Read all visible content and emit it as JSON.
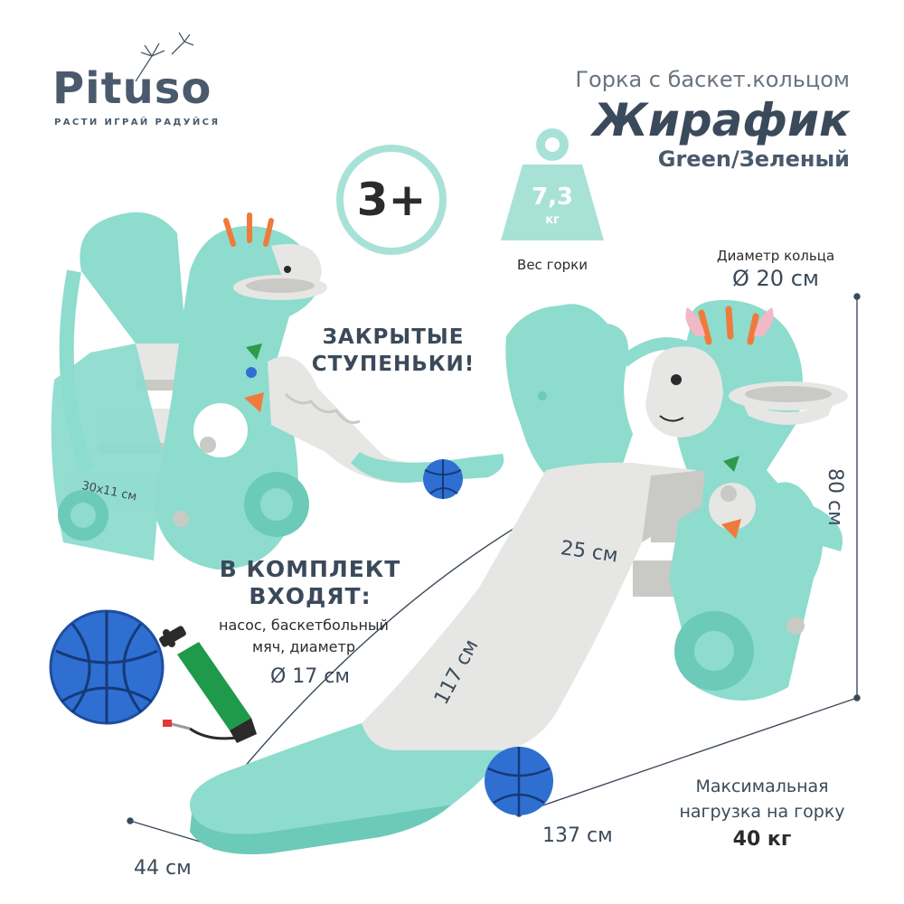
{
  "brand": {
    "name": "Pituso",
    "tagline": "РАСТИ ИГРАЙ РАДУЙСЯ"
  },
  "product": {
    "subtitle": "Горка с баскет.кольцом",
    "title": "Жирафик",
    "color": "Green/Зеленый"
  },
  "badges": {
    "age": "3+",
    "weight_value": "7,3",
    "weight_unit": "кг",
    "weight_caption": "Вес горки"
  },
  "ring": {
    "caption": "Диаметр кольца",
    "value": "Ø 20 см"
  },
  "features": {
    "steps_line1": "ЗАКРЫТЫЕ",
    "steps_line2": "СТУПЕНЬКИ!"
  },
  "kit": {
    "title_line1": "В КОМПЛЕКТ",
    "title_line2": "ВХОДЯТ:",
    "desc_line1": "насос, баскетбольный",
    "desc_line2": "мяч, диаметр",
    "diameter": "Ø 17 см"
  },
  "dimensions": {
    "step": "30х11 см",
    "slide_width": "25 см",
    "slide_length": "117 см",
    "height": "80 см",
    "length": "137 см",
    "depth": "44 см"
  },
  "load": {
    "label_line1": "Максимальная",
    "label_line2": "нагрузка на горку",
    "value": "40 кг"
  },
  "colors": {
    "mint": "#8ddccd",
    "mint_dark": "#6ccab8",
    "light_gray": "#e6e6e4",
    "gray": "#c9c9c6",
    "accent_orange": "#f07a3c",
    "ball_blue": "#2f6fd1",
    "pump_green": "#1f9a4a",
    "text_dark": "#3b4a5a"
  }
}
